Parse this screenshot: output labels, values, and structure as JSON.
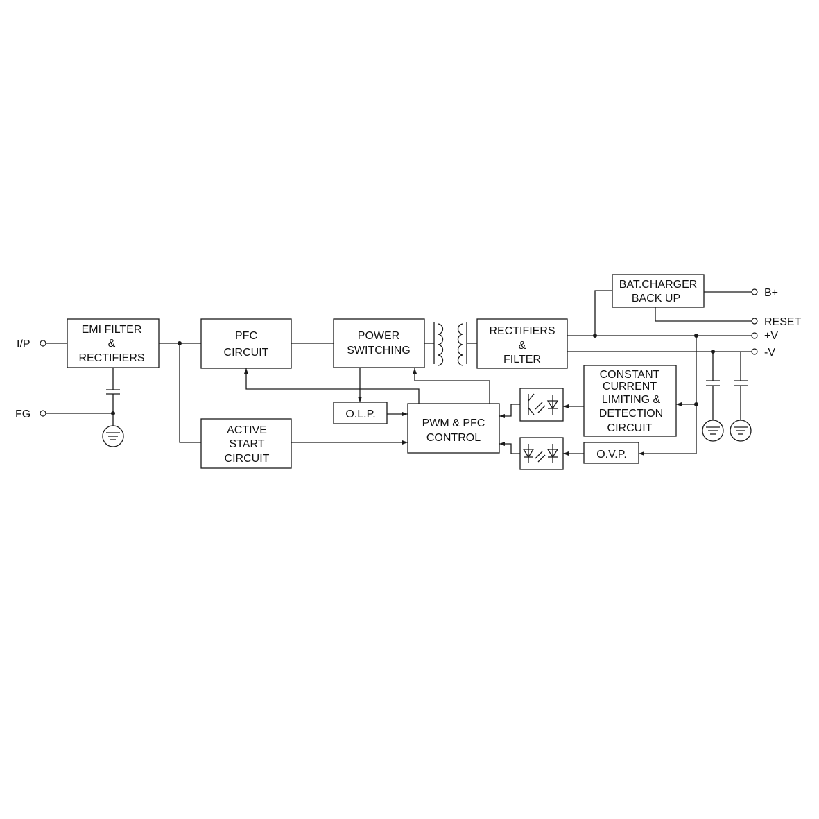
{
  "diagram": {
    "blocks": {
      "emi": [
        "EMI FILTER",
        "&",
        "RECTIFIERS"
      ],
      "pfc": [
        "PFC",
        "CIRCUIT"
      ],
      "power": [
        "POWER",
        "SWITCHING"
      ],
      "rect": [
        "RECTIFIERS",
        "&",
        "FILTER"
      ],
      "bat": [
        "BAT.CHARGER",
        "BACK UP"
      ],
      "active": [
        "ACTIVE",
        "START",
        "CIRCUIT"
      ],
      "olp": [
        "O.L.P."
      ],
      "pwm": [
        "PWM & PFC",
        "CONTROL"
      ],
      "cc": [
        "CONSTANT",
        "CURRENT",
        "LIMITING &",
        "DETECTION",
        "CIRCUIT"
      ],
      "ovp": [
        "O.V.P."
      ]
    },
    "terminals": {
      "input": "I/P",
      "frame_ground": "FG",
      "battery_plus": "B+",
      "reset": "RESET",
      "output_plus": "+V",
      "output_minus": "-V"
    }
  }
}
